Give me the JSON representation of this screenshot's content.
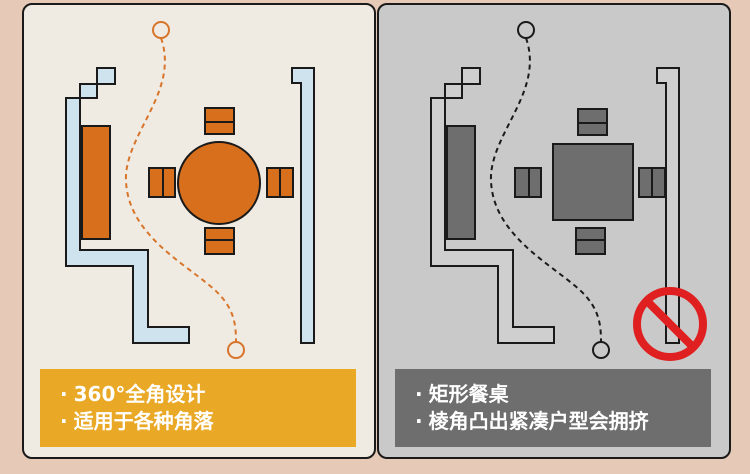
{
  "left_panel": {
    "caption": [
      "360°全角设计",
      "适用于各种角落"
    ]
  },
  "right_panel": {
    "caption": [
      "矩形餐桌",
      "棱角凸出紧凑户型会拥挤"
    ]
  },
  "colors": {
    "background": "#e6c9b7",
    "left_panel_bg": "#efebe3",
    "right_panel_bg": "#c9c9c9",
    "wall_blue": "#cfe3ef",
    "furniture_orange": "#d86f1c",
    "path_orange": "#d8752a",
    "furniture_gray": "#6e6e6e",
    "caption_yellow": "#e9a826",
    "caption_gray": "#6e6e6e",
    "prohibit_red": "#e02020"
  },
  "icons": {
    "prohibit": "prohibited-sign-icon"
  }
}
